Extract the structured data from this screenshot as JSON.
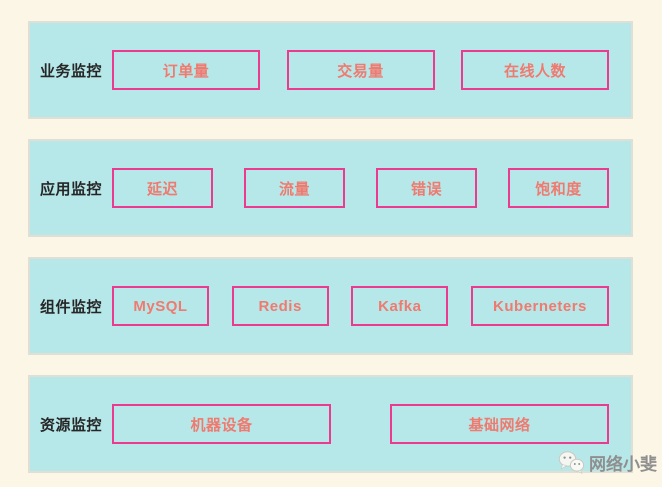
{
  "colors": {
    "page-bg": "#fbf6e5",
    "band-bg": "#b7e8e9",
    "band-border": "#e0dfd6",
    "box-border": "#ec3a90",
    "box-text": "#ef7a6f",
    "label-text": "#262626",
    "watermark-text": "#8f8f8f"
  },
  "bands": [
    {
      "label": "业务监控",
      "boxes": [
        "订单量",
        "交易量",
        "在线人数"
      ]
    },
    {
      "label": "应用监控",
      "boxes": [
        "延迟",
        "流量",
        "错误",
        "饱和度"
      ]
    },
    {
      "label": "组件监控",
      "boxes": [
        "MySQL",
        "Redis",
        "Kafka",
        "Kuberneters"
      ]
    },
    {
      "label": "资源监控",
      "boxes": [
        "机器设备",
        "基础网络"
      ]
    }
  ],
  "watermark": {
    "icon": "wechat-icon",
    "text": "网络小斐"
  }
}
